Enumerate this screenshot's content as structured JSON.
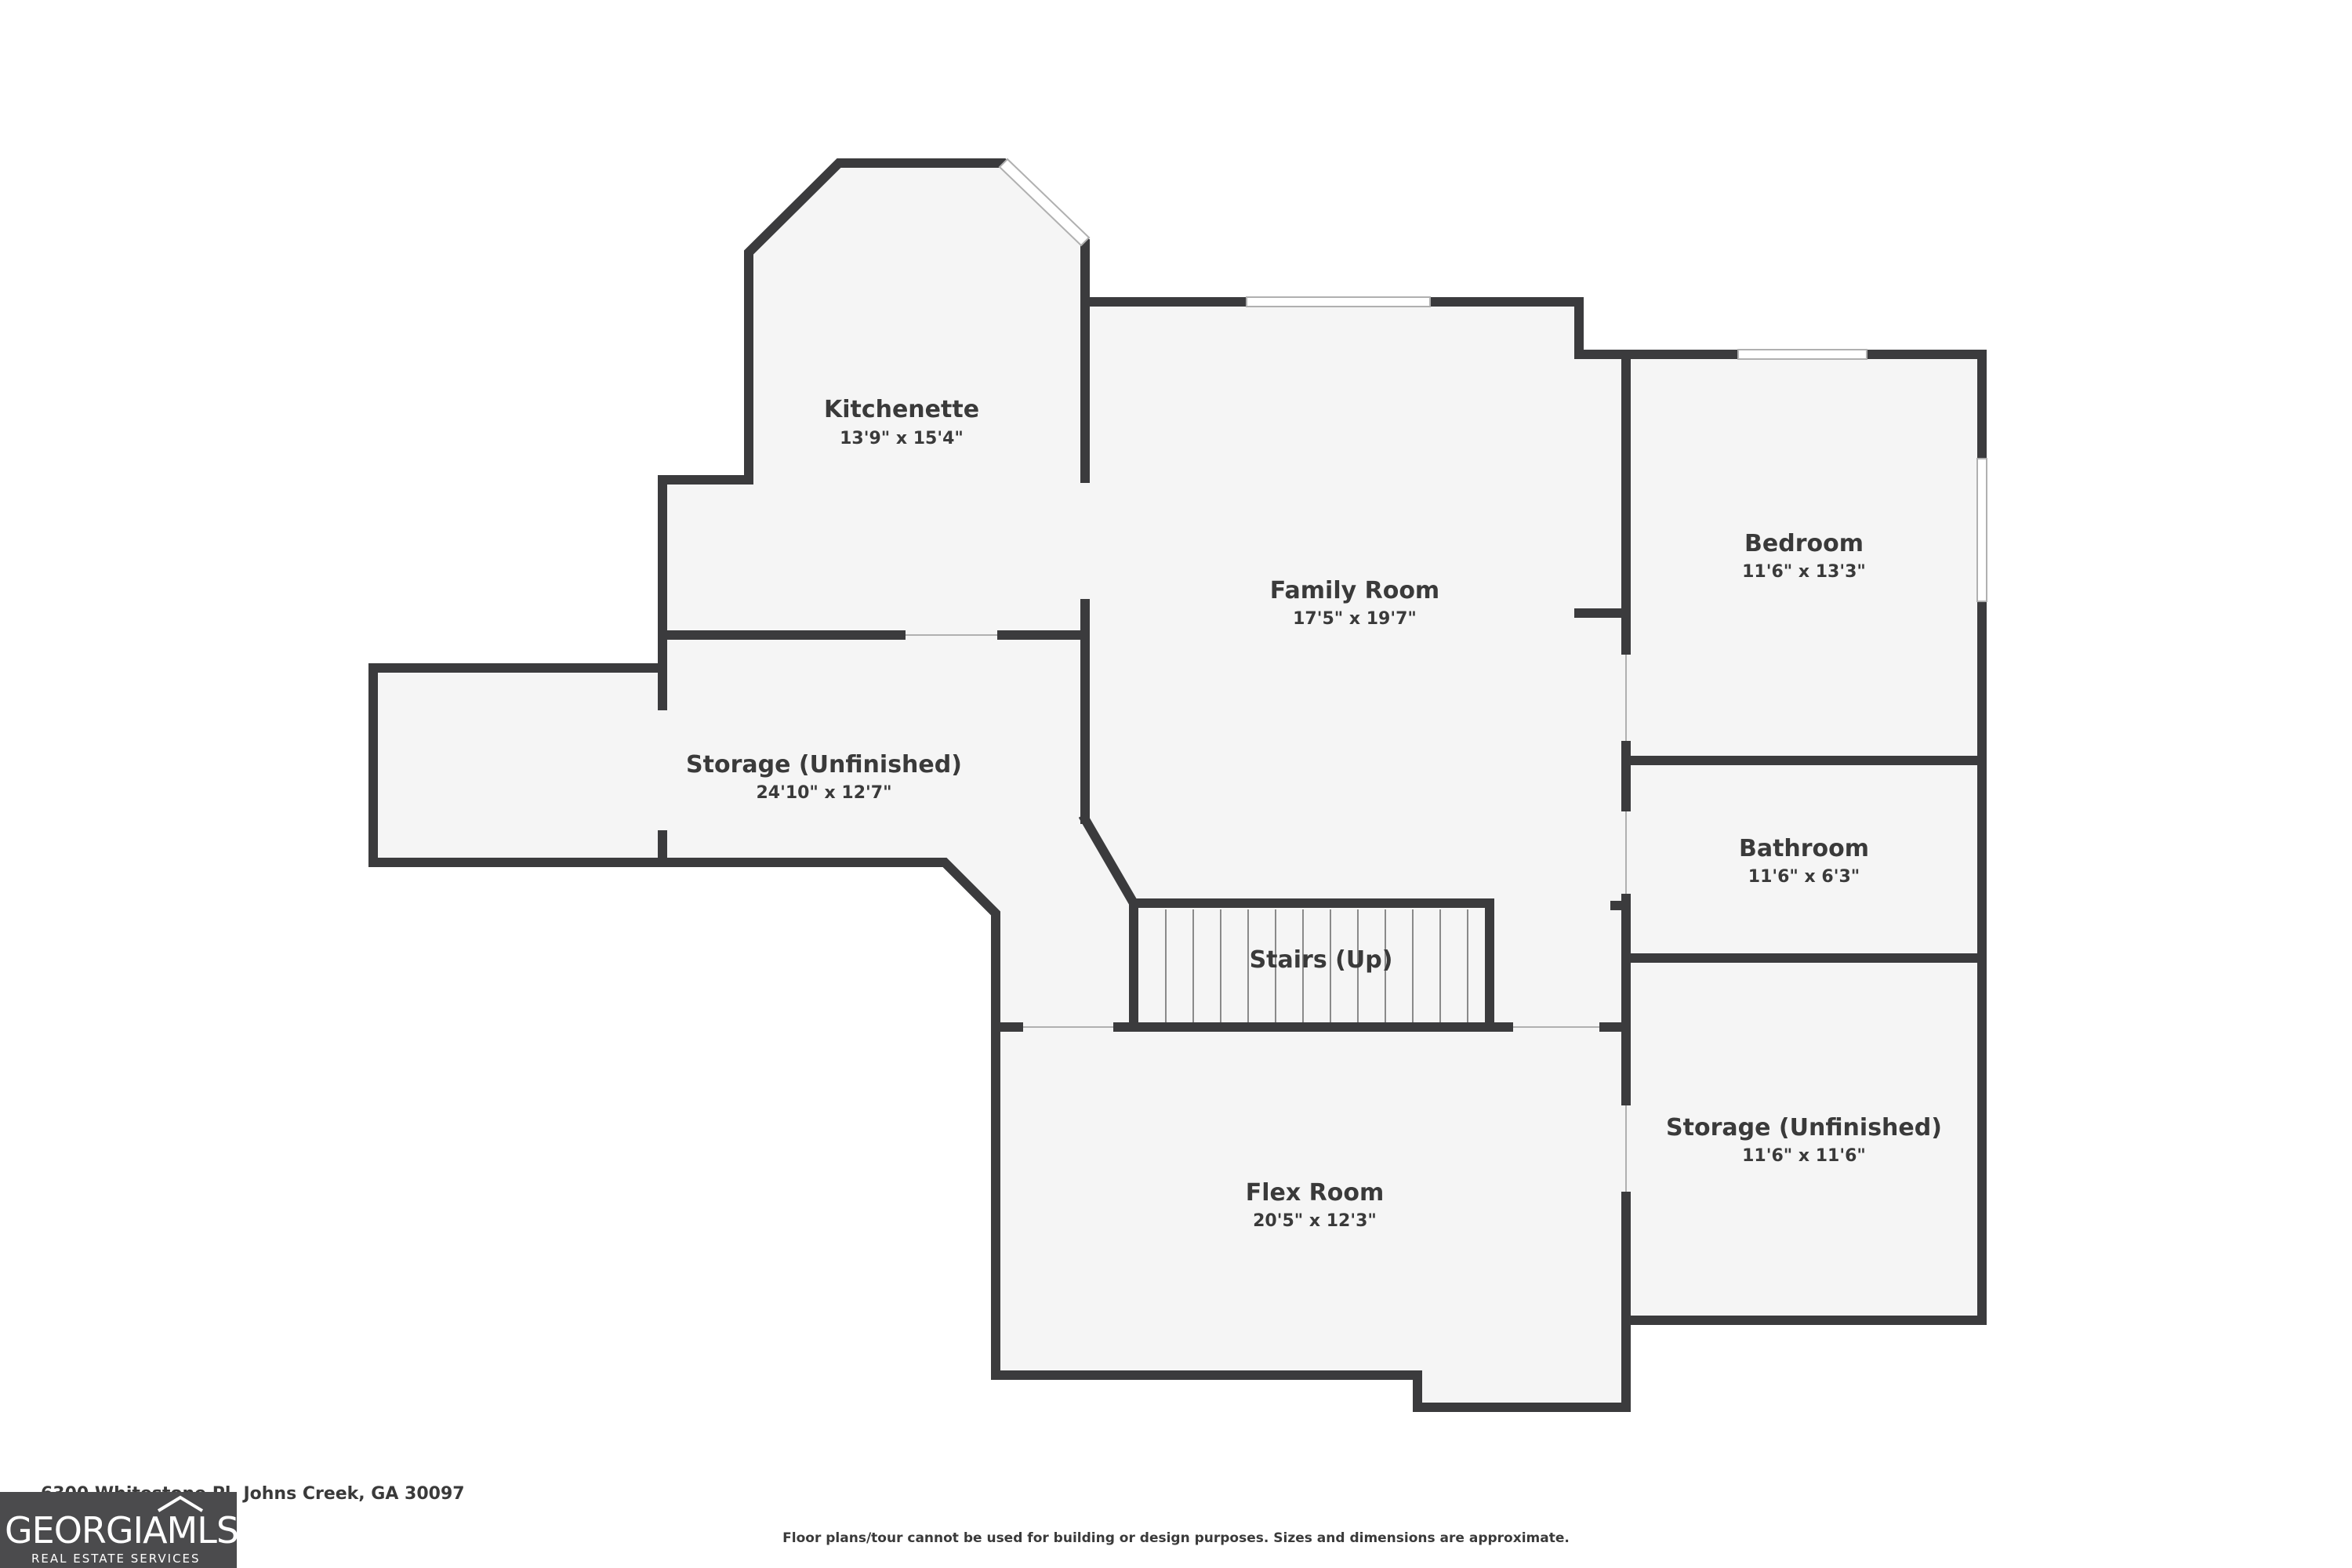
{
  "rooms": {
    "kitchenette": {
      "name": "Kitchenette",
      "dims": "13'9\" x 15'4\""
    },
    "family_room": {
      "name": "Family Room",
      "dims": "17'5\" x 19'7\""
    },
    "bedroom": {
      "name": "Bedroom",
      "dims": "11'6\" x 13'3\""
    },
    "storage_left": {
      "name": "Storage (Unfinished)",
      "dims": "24'10\" x 12'7\""
    },
    "bathroom": {
      "name": "Bathroom",
      "dims": "11'6\" x 6'3\""
    },
    "stairs": {
      "name": "Stairs (Up)"
    },
    "storage_right": {
      "name": "Storage (Unfinished)",
      "dims": "11'6\" x 11'6\""
    },
    "flex_room": {
      "name": "Flex Room",
      "dims": "20'5\" x 12'3\""
    }
  },
  "footer": {
    "address": "6300 Whitestone Pl, Johns Creek, GA 30097",
    "disclaimer": "Floor plans/tour cannot be used for building or design purposes. Sizes and dimensions are approximate."
  },
  "logo": {
    "main": "GEORGIAMLS",
    "sub": "REAL ESTATE SERVICES"
  },
  "colors": {
    "wall": "#3b3b3d",
    "floor": "#f5f5f5",
    "logo_bg": "#4b4b4d"
  }
}
